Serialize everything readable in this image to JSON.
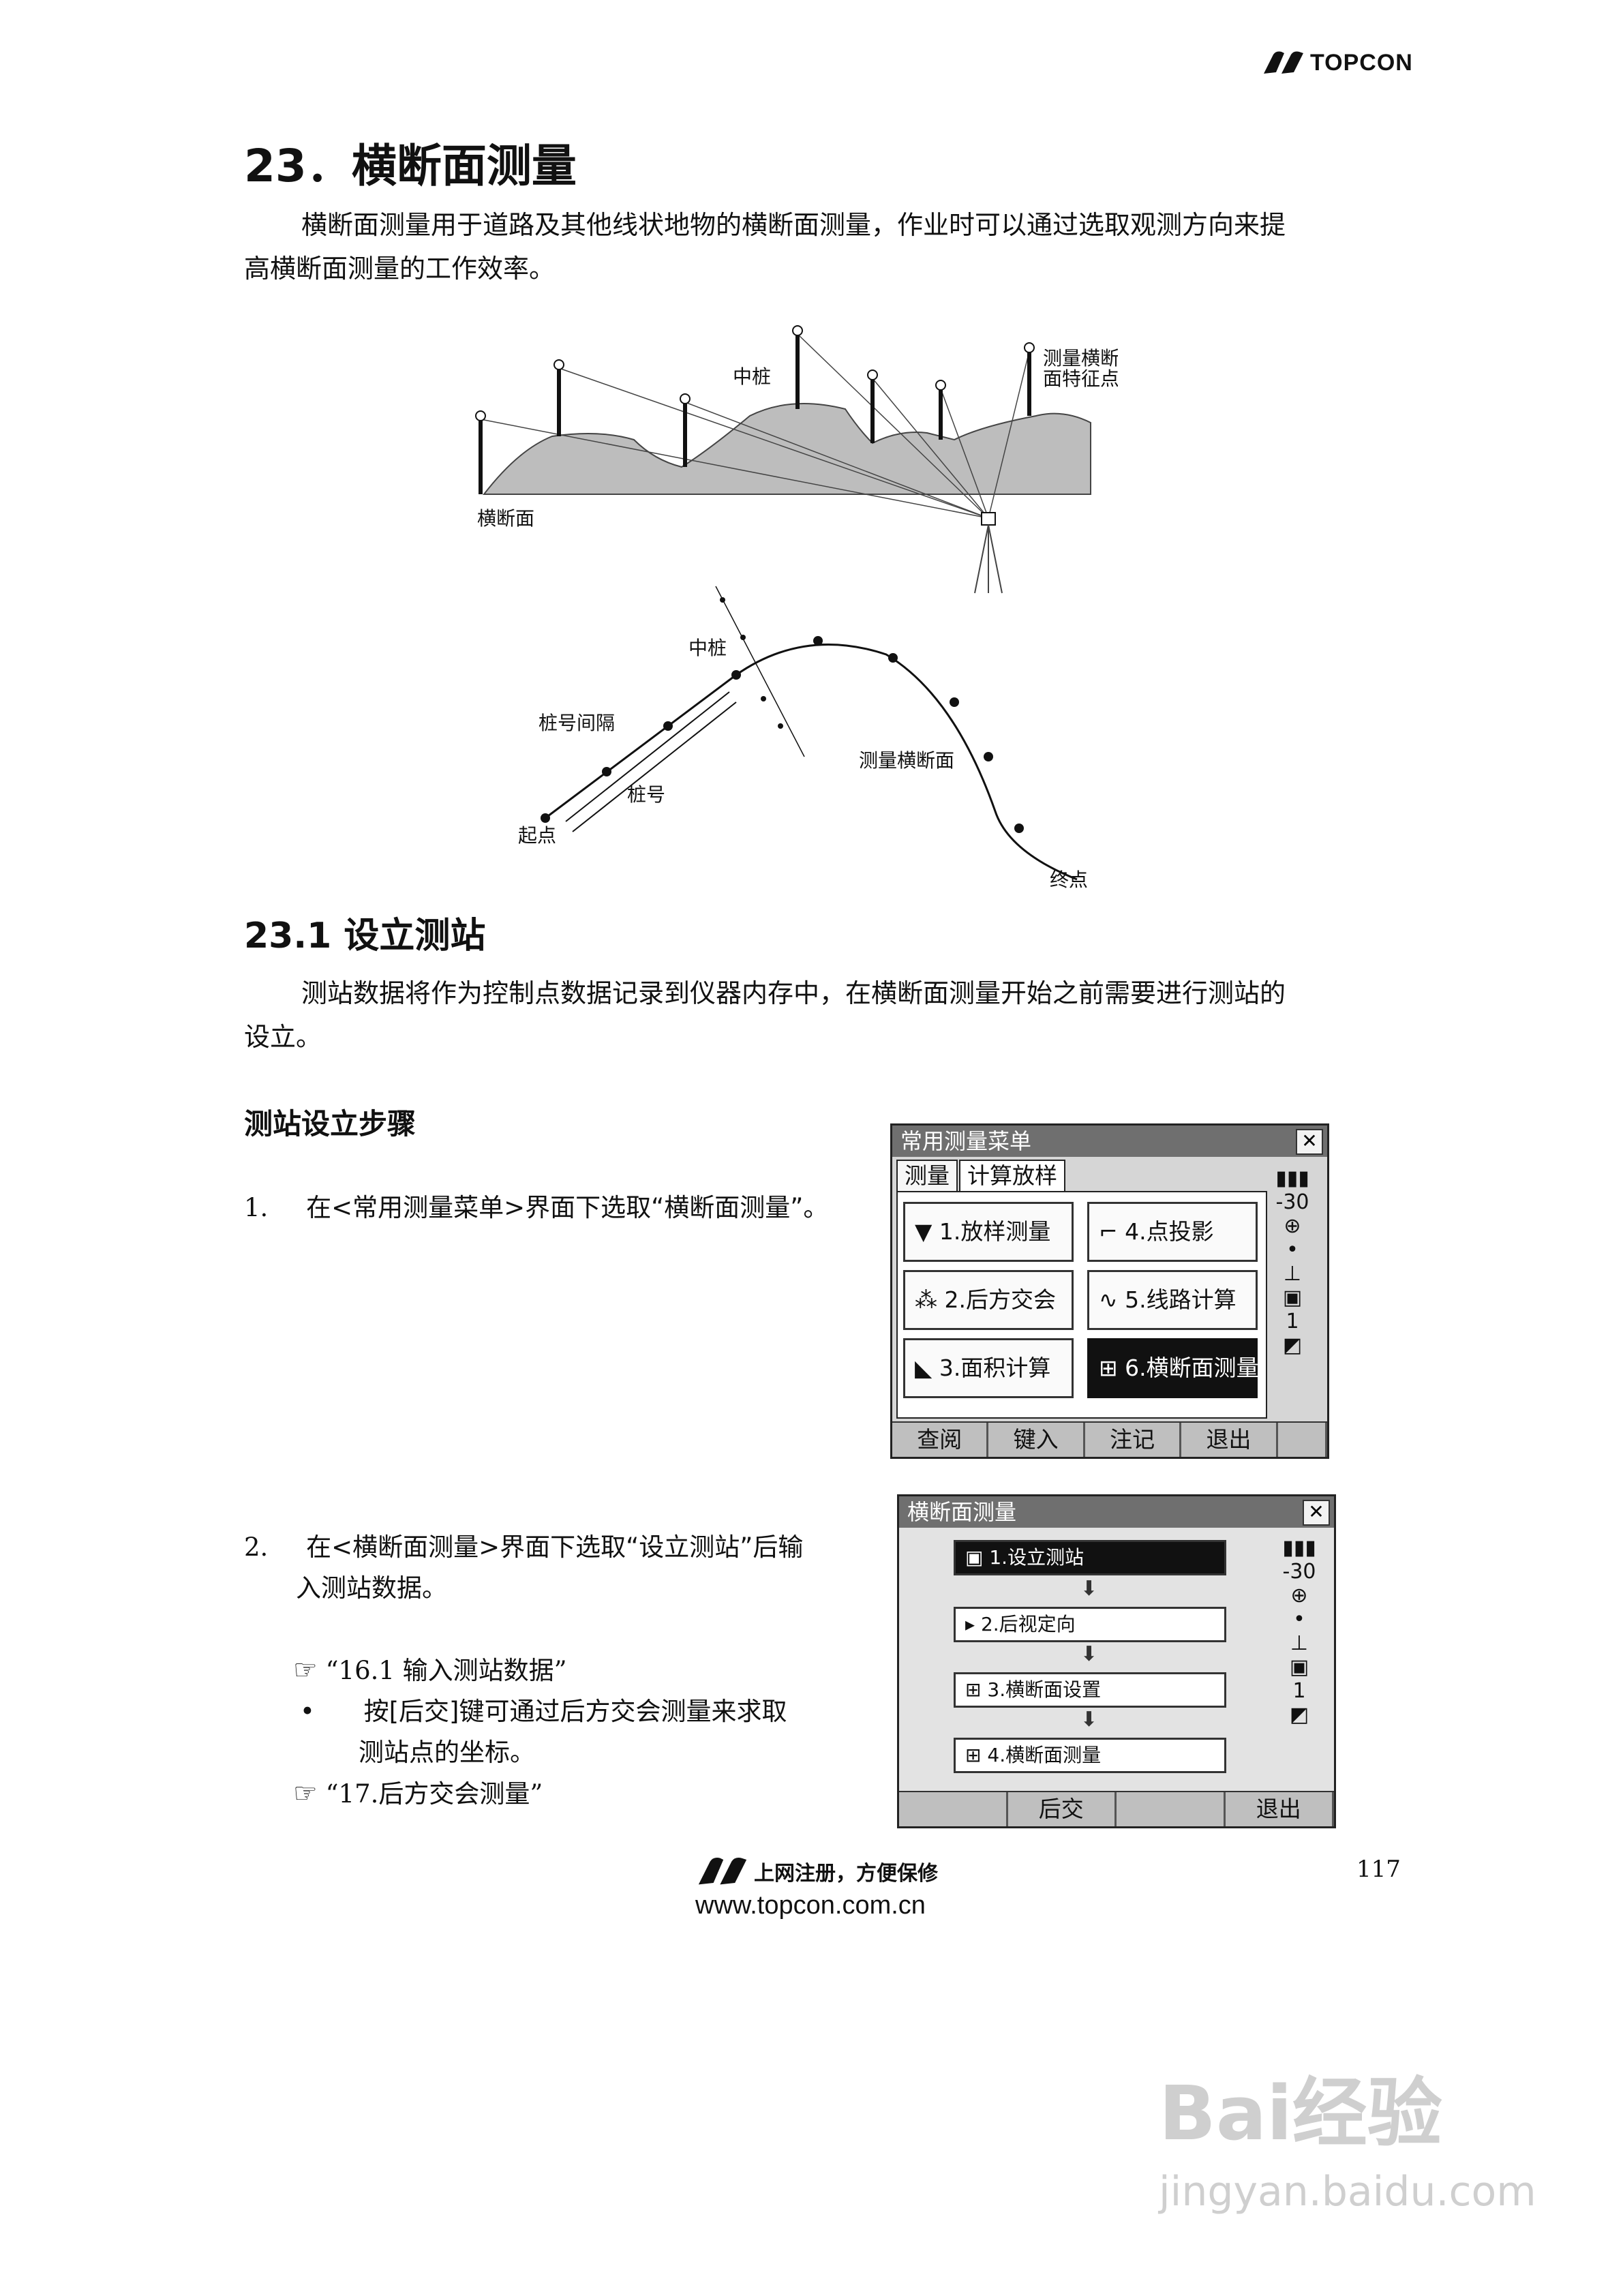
{
  "header": {
    "brand": "TOPCON"
  },
  "title": "23．横断面测量",
  "intro": {
    "line1": "横断面测量用于道路及其他线状地物的横断面测量，作业时可以通过选取观测方向来提",
    "line2": "高横断面测量的工作效率。"
  },
  "figure1": {
    "label_center_stake": "中桩",
    "label_feature_1": "测量横断",
    "label_feature_2": "面特征点",
    "label_cross_section": "横断面"
  },
  "figure2": {
    "label_center_stake": "中桩",
    "label_interval": "桩号间隔",
    "label_stake": "桩号",
    "label_measure_section": "测量横断面",
    "label_start": "起点",
    "label_end": "终点"
  },
  "section": {
    "title": "23.1 设立测站",
    "line1": "测站数据将作为控制点数据记录到仪器内存中，在横断面测量开始之前需要进行测站的",
    "line2": "设立。"
  },
  "procedure_title": "测站设立步骤",
  "steps": [
    {
      "num": "1.",
      "text": "在<常用测量菜单>界面下选取“横断面测量”。"
    },
    {
      "num": "2.",
      "text1": "在<横断面测量>界面下选取“设立测站”后输",
      "text2": "入测站数据。"
    }
  ],
  "refs": {
    "ref1": "“16.1 输入测站数据”",
    "bullet1": "按[后交]键可通过后方交会测量来求取",
    "bullet2": "测站点的坐标。",
    "ref2": "“17.后方交会测量”"
  },
  "screen1": {
    "title": "常用测量菜单",
    "close": "✕",
    "tabs": [
      "测量",
      "计算放样"
    ],
    "buttons": [
      "1.放样测量",
      "4.点投影",
      "2.后方交会",
      "5.线路计算",
      "3.面积计算",
      "6.横断面测量"
    ],
    "softkeys": [
      "查阅",
      "键入",
      "注记",
      "退出",
      ""
    ],
    "status": {
      "battery": "▮▮▮",
      "prism": "-30",
      "level": "1"
    }
  },
  "screen2": {
    "title": "横断面测量",
    "close": "✕",
    "items": [
      "1.设立测站",
      "2.后视定向",
      "3.横断面设置",
      "4.横断面测量"
    ],
    "softkeys": [
      "",
      "后交",
      "",
      "退出"
    ],
    "status": {
      "battery": "▮▮▮",
      "prism": "-30",
      "level": "1"
    }
  },
  "footer": {
    "slogan": "上网注册，方便保修",
    "url": "www.topcon.com.cn",
    "page": "117"
  },
  "watermark": {
    "text": "Bai经验",
    "url": "jingyan.baidu.com"
  }
}
